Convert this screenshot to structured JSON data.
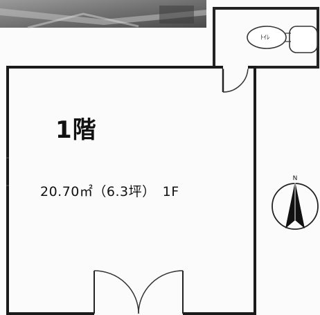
{
  "floor_title": "1階",
  "area_text": "20.70㎡（6.3坪）　1F",
  "toilet_label": "ﾄｲﾚ",
  "compass_label": "N"
}
